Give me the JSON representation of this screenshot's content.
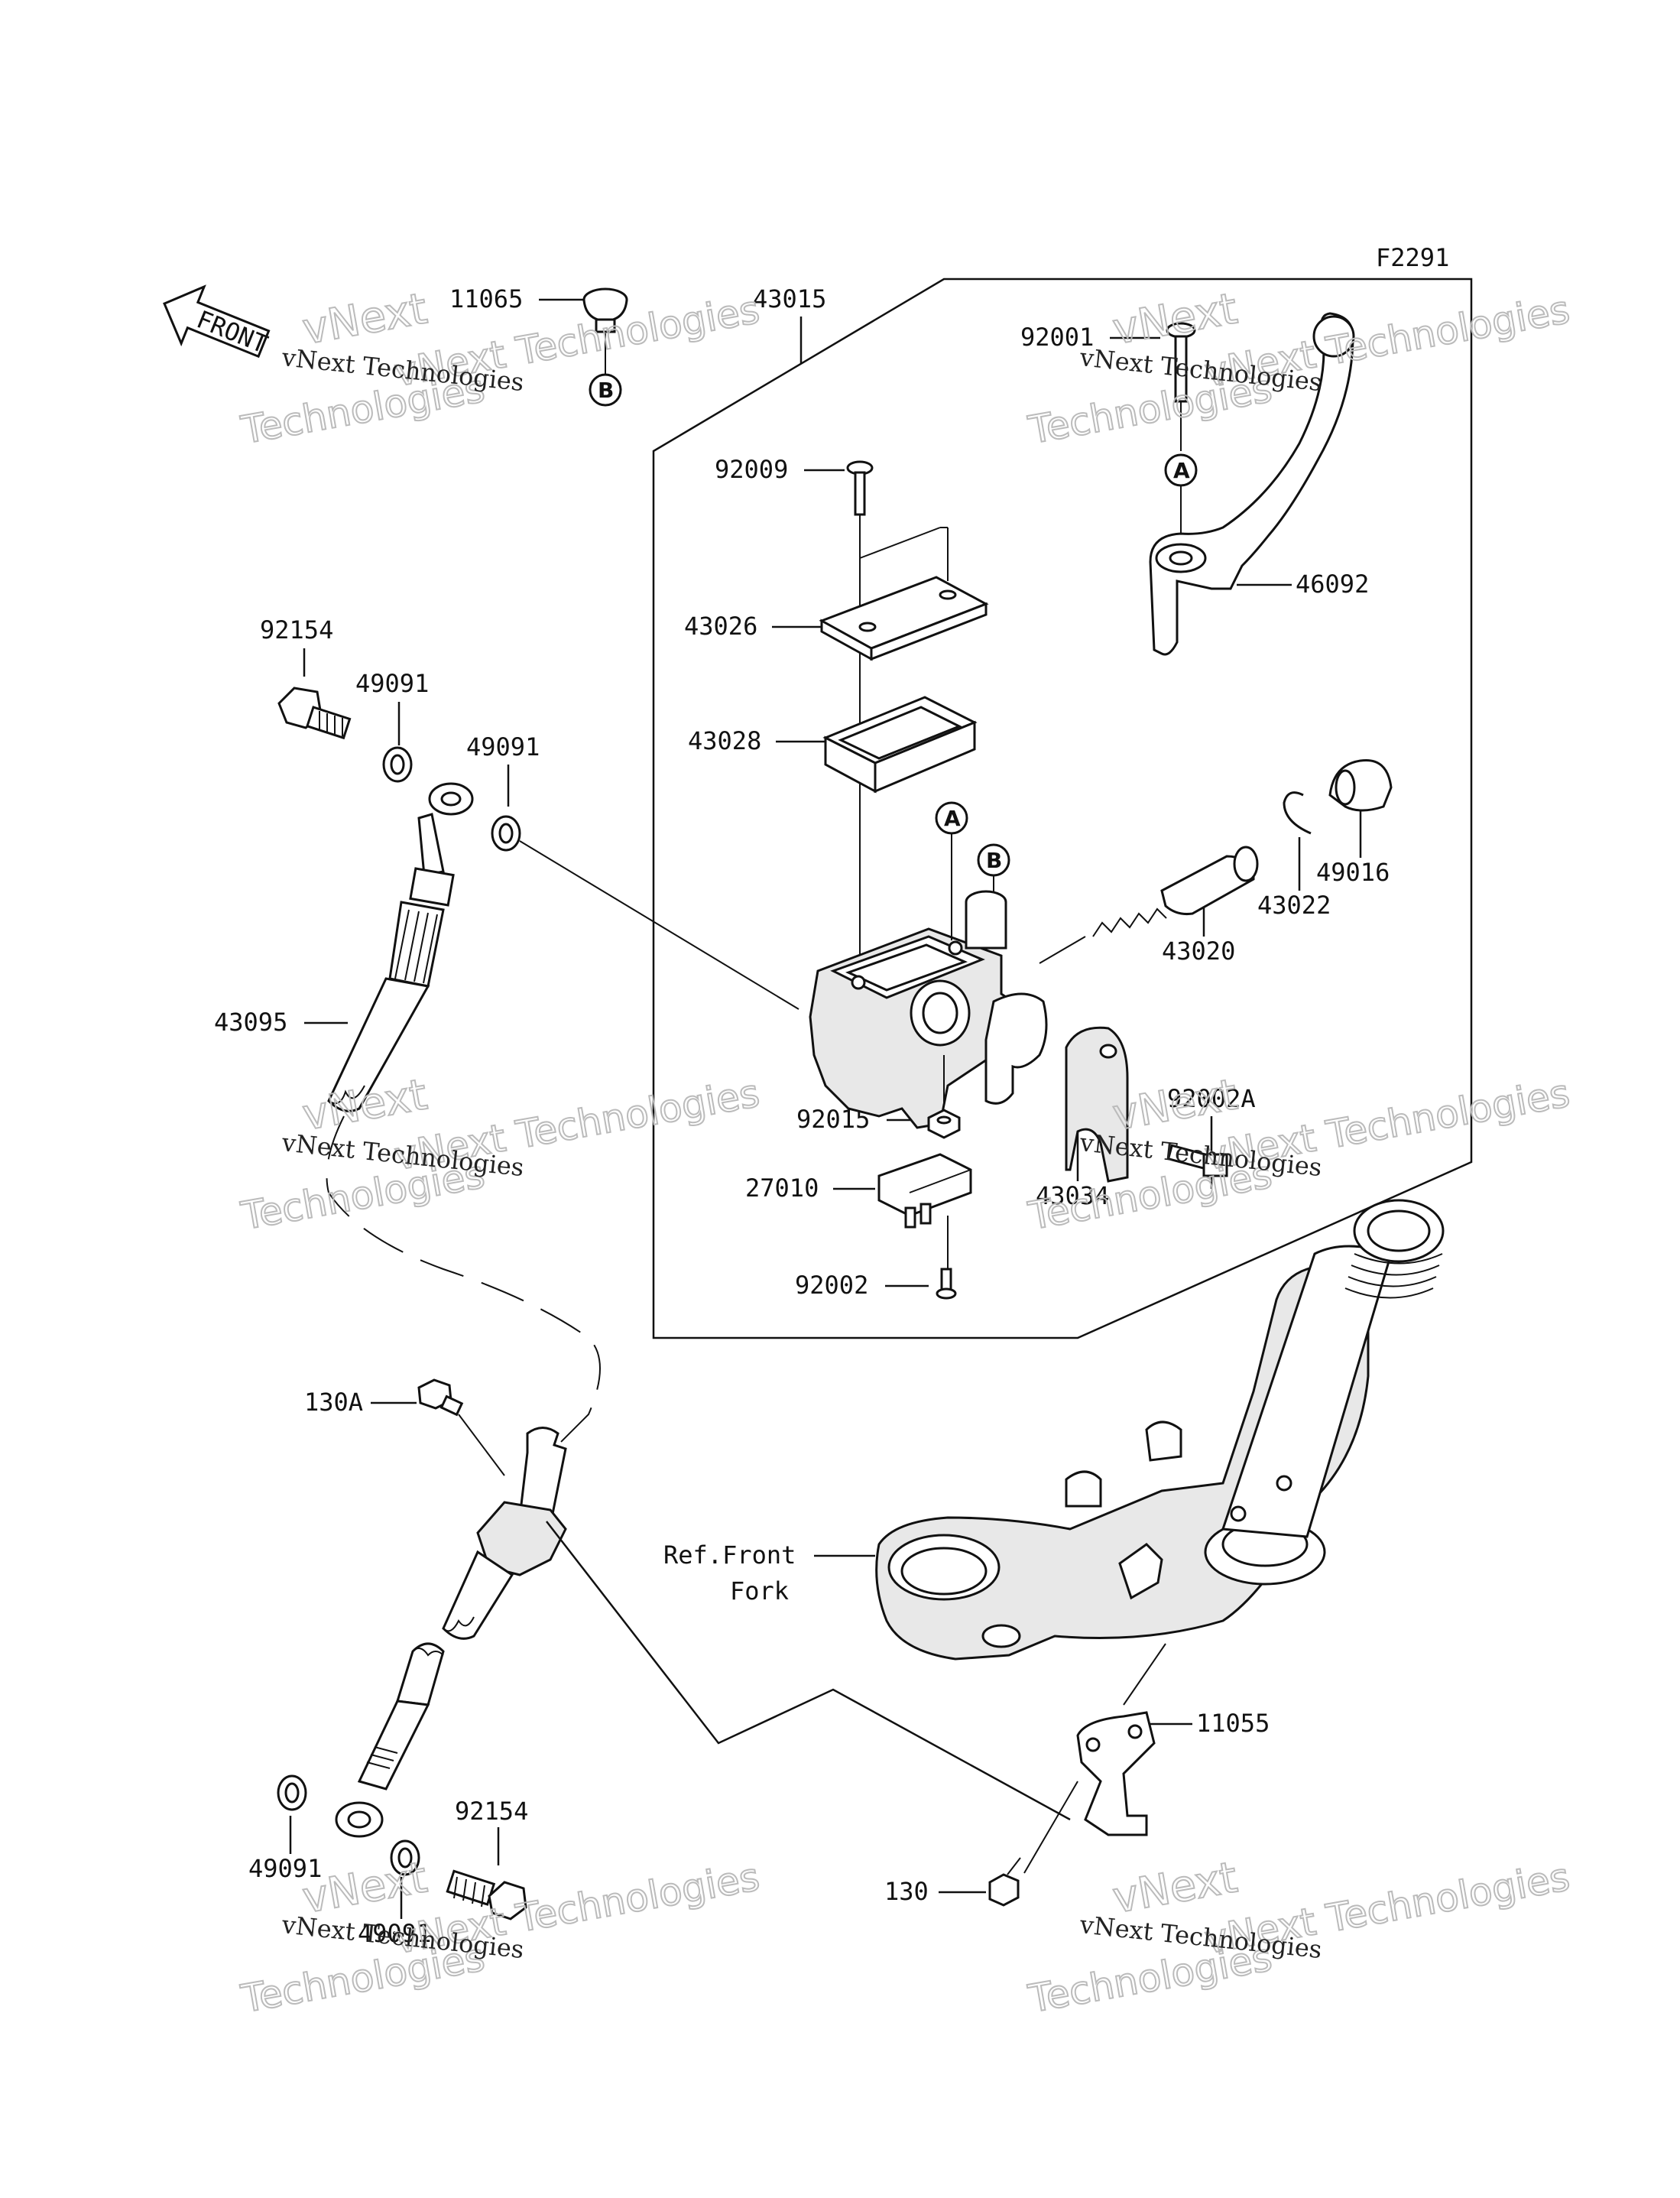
{
  "figure_code": "F2291",
  "front_label": "FRONT",
  "watermark": {
    "line1": "vNext Technologies",
    "line2": "vNext",
    "line3": "Technologies"
  },
  "parts": {
    "p11065": "11065",
    "p43015": "43015",
    "p92001": "92001",
    "p92009": "92009",
    "p46092": "46092",
    "p43026": "43026",
    "p92154a": "92154",
    "p49091a": "49091",
    "p43028": "43028",
    "p49091b": "49091",
    "p49016": "49016",
    "p43022": "43022",
    "p43020": "43020",
    "p43095": "43095",
    "p92002A": "92002A",
    "p92015": "92015",
    "p43034": "43034",
    "p27010": "27010",
    "p92002": "92002",
    "p130A": "130A",
    "p11055": "11055",
    "p49091c": "49091",
    "p92154b": "92154",
    "p130": "130",
    "p49091d": "49091"
  },
  "ref_note": {
    "line1": "Ref.Front",
    "line2": "Fork"
  },
  "callout_letters": {
    "a": "A",
    "b": "B"
  }
}
